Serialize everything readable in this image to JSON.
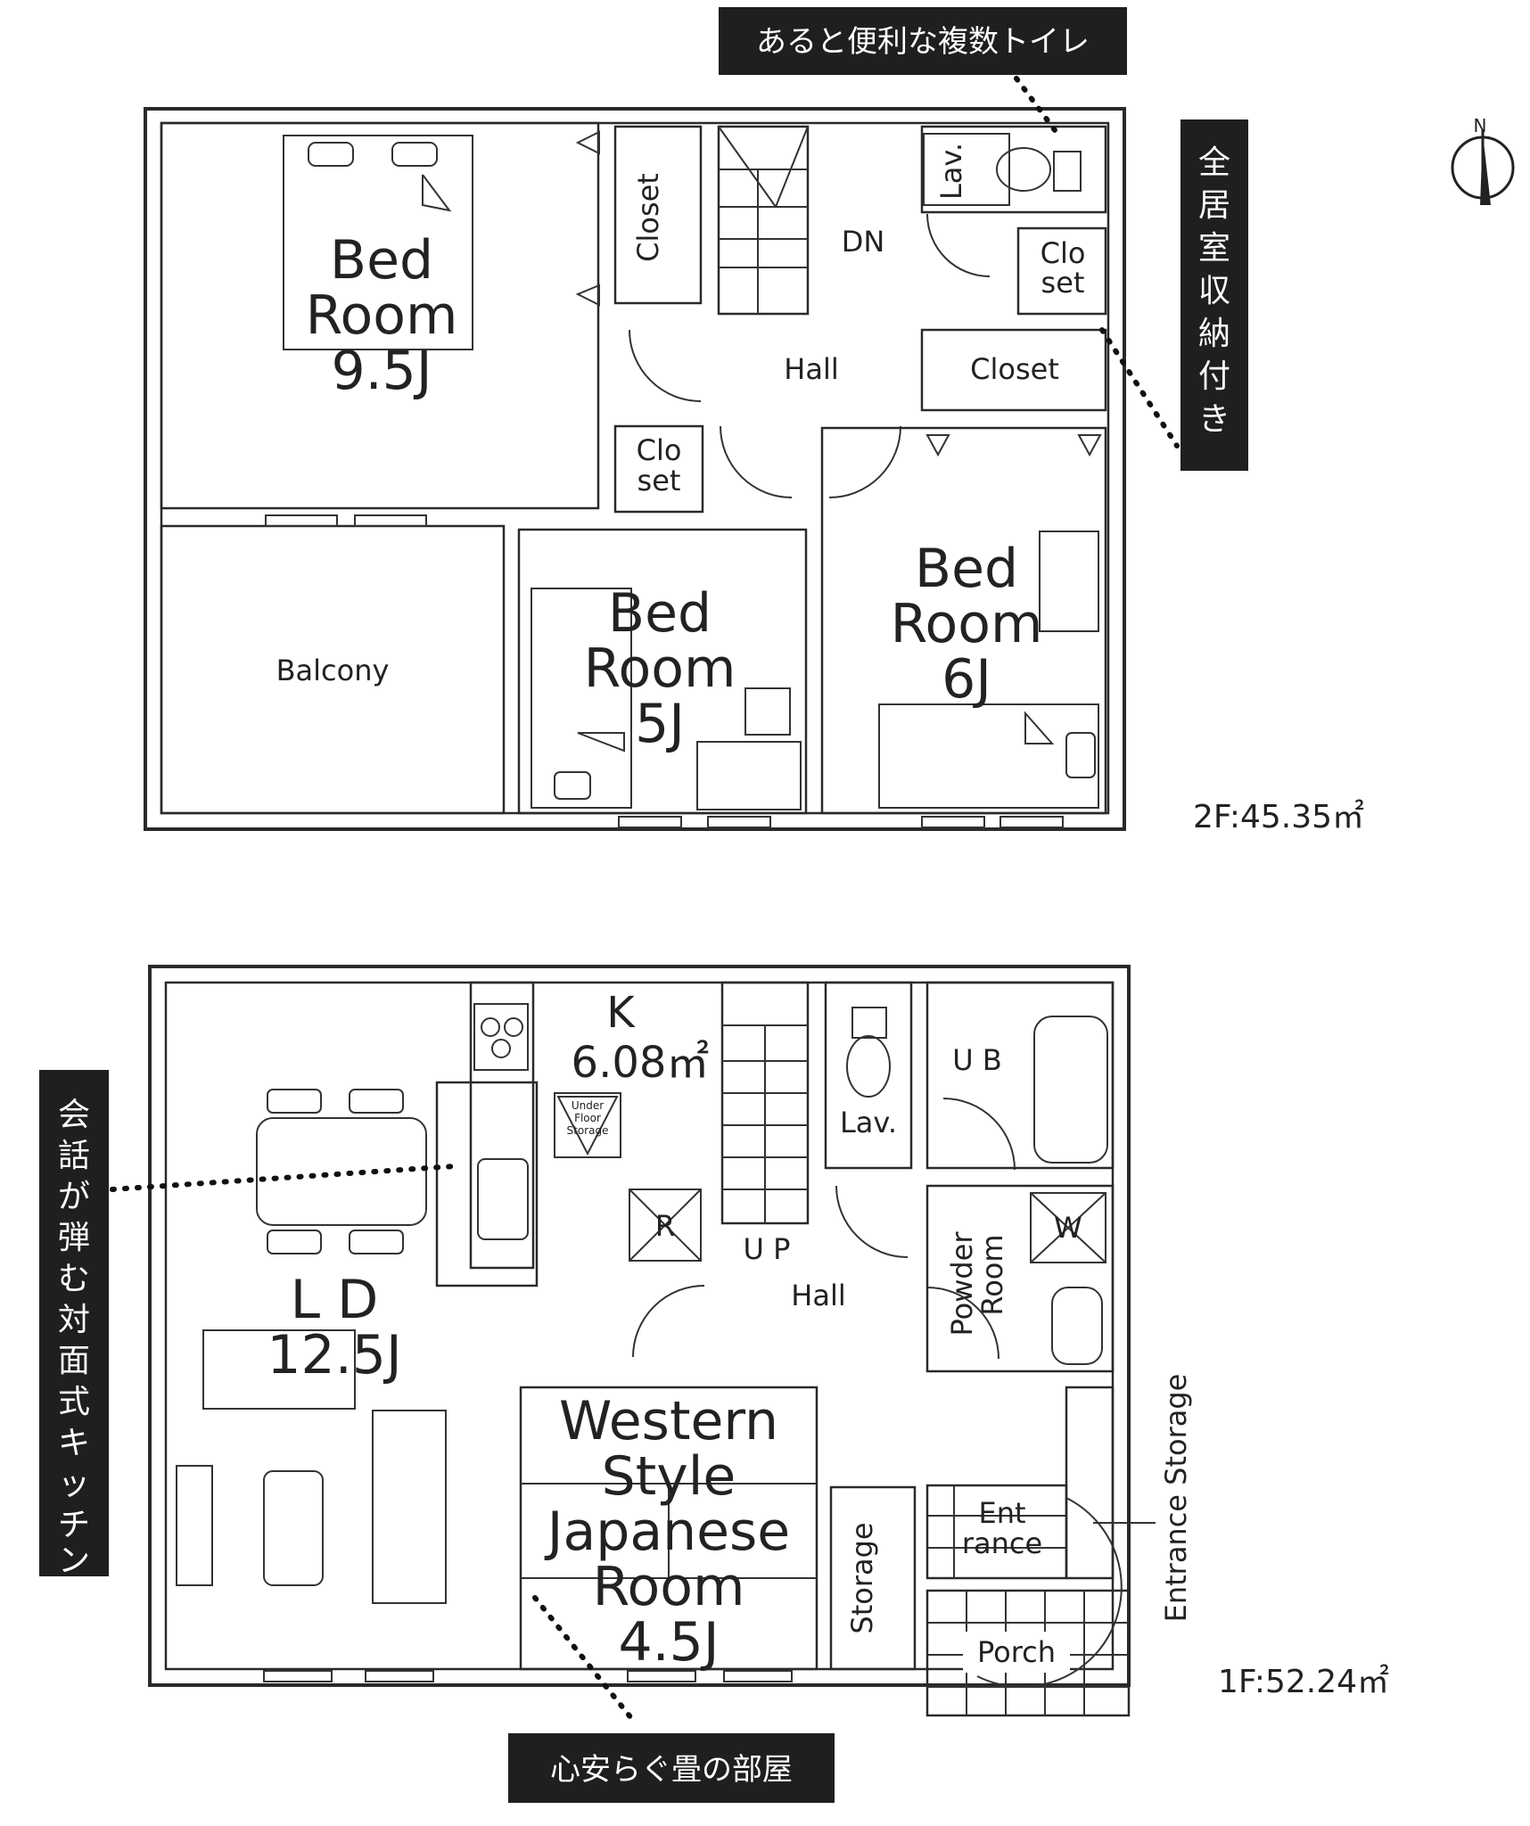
{
  "callouts": {
    "toilet": "あると便利な複数トイレ",
    "storage": "全居室収納付き",
    "kitchen": "会話が弾む対面式キッチン",
    "tatami": "心安らぐ畳の部屋"
  },
  "compass": {
    "north": "N"
  },
  "floor2": {
    "area": "2F:45.35㎡",
    "bed1": {
      "line1": "Bed",
      "line2": "Room",
      "size": "9.5J"
    },
    "bed2": {
      "line1": "Bed",
      "line2": "Room",
      "size": "5J"
    },
    "bed3": {
      "line1": "Bed",
      "line2": "Room",
      "size": "6J"
    },
    "balcony": "Balcony",
    "closet_v": "Closet",
    "closet_h": "Closet",
    "closet_small_1": {
      "line1": "Clo",
      "line2": "set"
    },
    "closet_small_2": {
      "line1": "Clo",
      "line2": "set"
    },
    "lav": "Lav.",
    "hall": "Hall",
    "dn": "DN"
  },
  "floor1": {
    "area": "1F:52.24㎡",
    "kitchen": {
      "line1": "K",
      "line2": "6.08㎡"
    },
    "ld": {
      "line1": "L D",
      "line2": "12.5J"
    },
    "under_floor": {
      "line1": "Under",
      "line2": "Floor",
      "line3": "Storage"
    },
    "fridge": "R",
    "washer": "W",
    "lav": "Lav.",
    "ub": "U B",
    "up": "U P",
    "hall": "Hall",
    "powder": {
      "line1": "Powder",
      "line2": "Room"
    },
    "japanese": {
      "line1": "Western",
      "line2": "Style",
      "line3": "Japanese",
      "line4": "Room",
      "line5": "4.5J"
    },
    "storage": "Storage",
    "entrance": {
      "line1": "Ent",
      "line2": "rance"
    },
    "entrance_storage": "Entrance Storage",
    "porch": "Porch"
  }
}
